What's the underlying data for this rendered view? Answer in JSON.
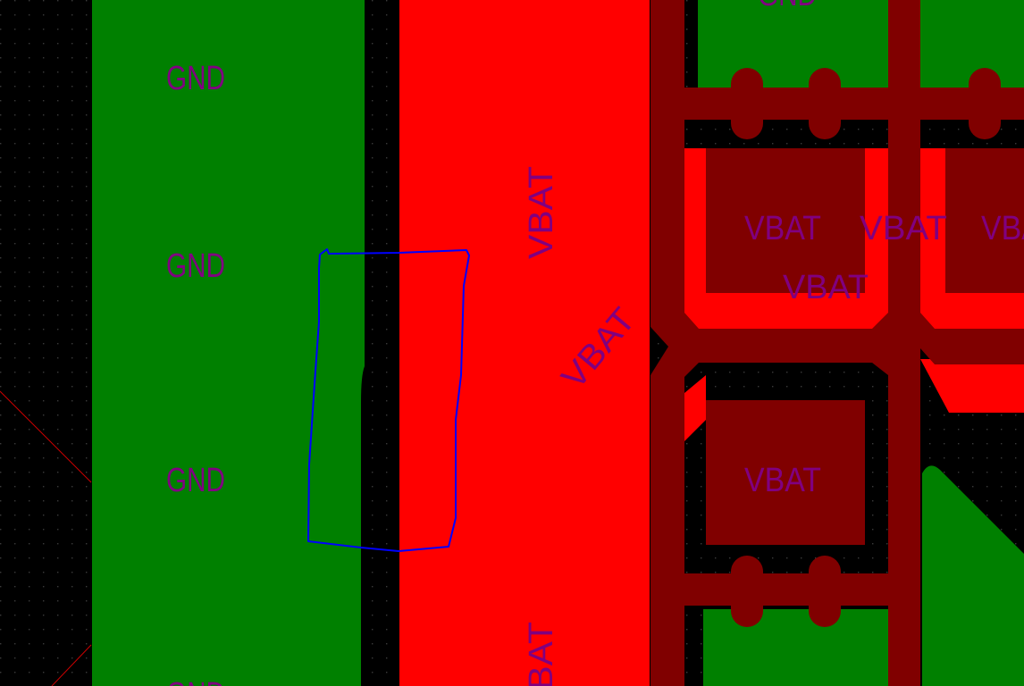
{
  "colors": {
    "background": "#000000",
    "grid_dot": "#3a3a3a",
    "gnd_zone": "#008000",
    "vbat_zone": "#ff0000",
    "trace_dark": "#800000",
    "label": "#800080",
    "selection_outline": "#0000ff",
    "ratsnest": "#cc0000"
  },
  "net_labels": {
    "gnd_1": "GND",
    "gnd_2": "GND",
    "gnd_3": "GND",
    "gnd_4": "GND",
    "gnd_top_partial": "GND",
    "vbat_vertical_1": "VBAT",
    "vbat_vertical_2": "VBAT",
    "vbat_diagonal": "VBAT",
    "vbat_pad_1": "VBAT",
    "vbat_pad_2": "VBAT",
    "vbat_pad_3": "VBAT",
    "vbat_pad_overlap": "VBAT",
    "vbat_pad_4": "VBAT"
  }
}
